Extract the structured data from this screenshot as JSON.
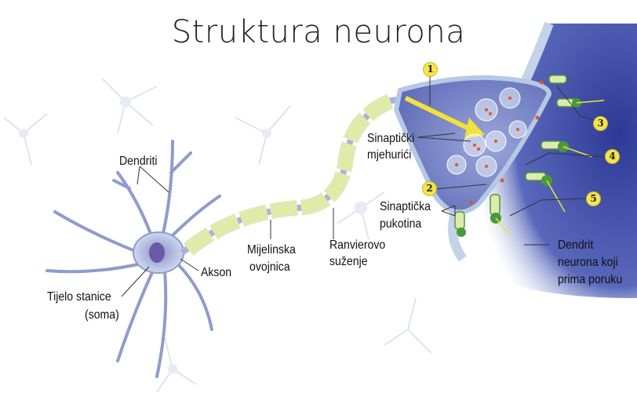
{
  "title": "Struktura neurona",
  "labels": {
    "dendrites": "Dendriti",
    "axon": "Akson",
    "soma_line1": "Tijelo stanice",
    "soma_line2": "(soma)",
    "myelin_line1": "Mijelinska",
    "myelin_line2": "ovojnica",
    "ranvier_line1": "Ranvierovo",
    "ranvier_line2": "suženje",
    "vesicles_line1": "Sinaptički",
    "vesicles_line2": "mjehurići",
    "cleft_line1": "Sinaptička",
    "cleft_line2": "pukotina",
    "receiver_line1": "Dendrit",
    "receiver_line2": "neurona koji",
    "receiver_line3": "prima poruku"
  },
  "markers": [
    "1",
    "2",
    "3",
    "4",
    "5"
  ],
  "colors": {
    "membrane": "#b9cce4",
    "dendrite_fill": "#3f4fa8",
    "myelin": "#dfeab0",
    "receptor": "#4a9a3a",
    "vesicle_dot": "#e0552a",
    "arrow": "#f2e23a"
  }
}
